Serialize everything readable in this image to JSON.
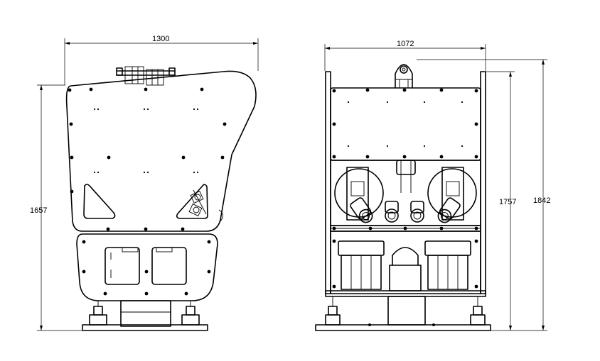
{
  "drawing": {
    "dimensions": {
      "left_width": "1300",
      "left_height": "1657",
      "right_width": "1072",
      "right_height_inner": "1757",
      "right_height_outer": "1842"
    }
  }
}
